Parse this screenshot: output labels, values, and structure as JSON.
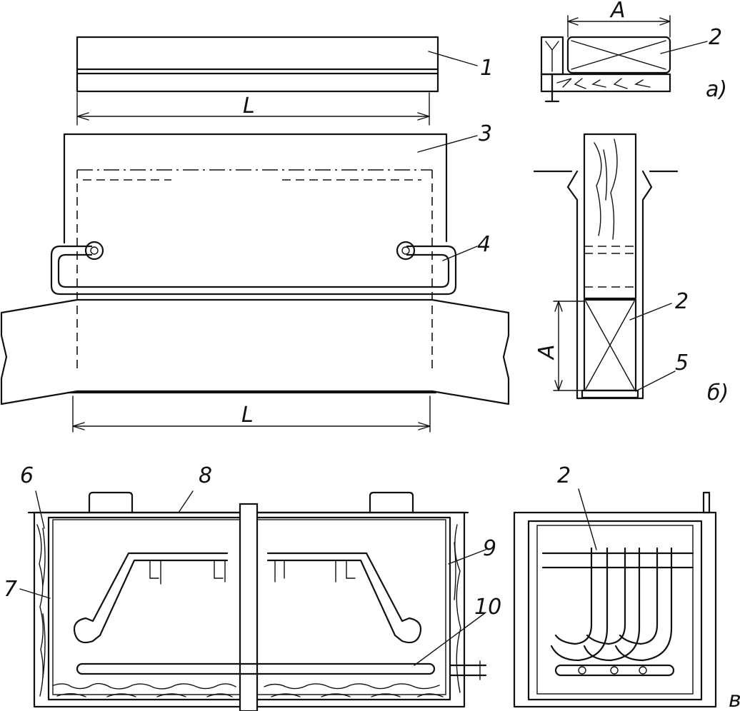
{
  "callouts": {
    "c1": "1",
    "c2a": "2",
    "c2b": "2",
    "c2c": "2",
    "c3": "3",
    "c4": "4",
    "c5": "5",
    "c6": "6",
    "c7": "7",
    "c8": "8",
    "c9": "9",
    "c10": "10"
  },
  "dimensions": {
    "l_top": "L",
    "l_bottom": "L",
    "a_top": "A",
    "a_side": "A"
  },
  "view_labels": {
    "a": "а)",
    "b": "б)",
    "v": "в"
  }
}
